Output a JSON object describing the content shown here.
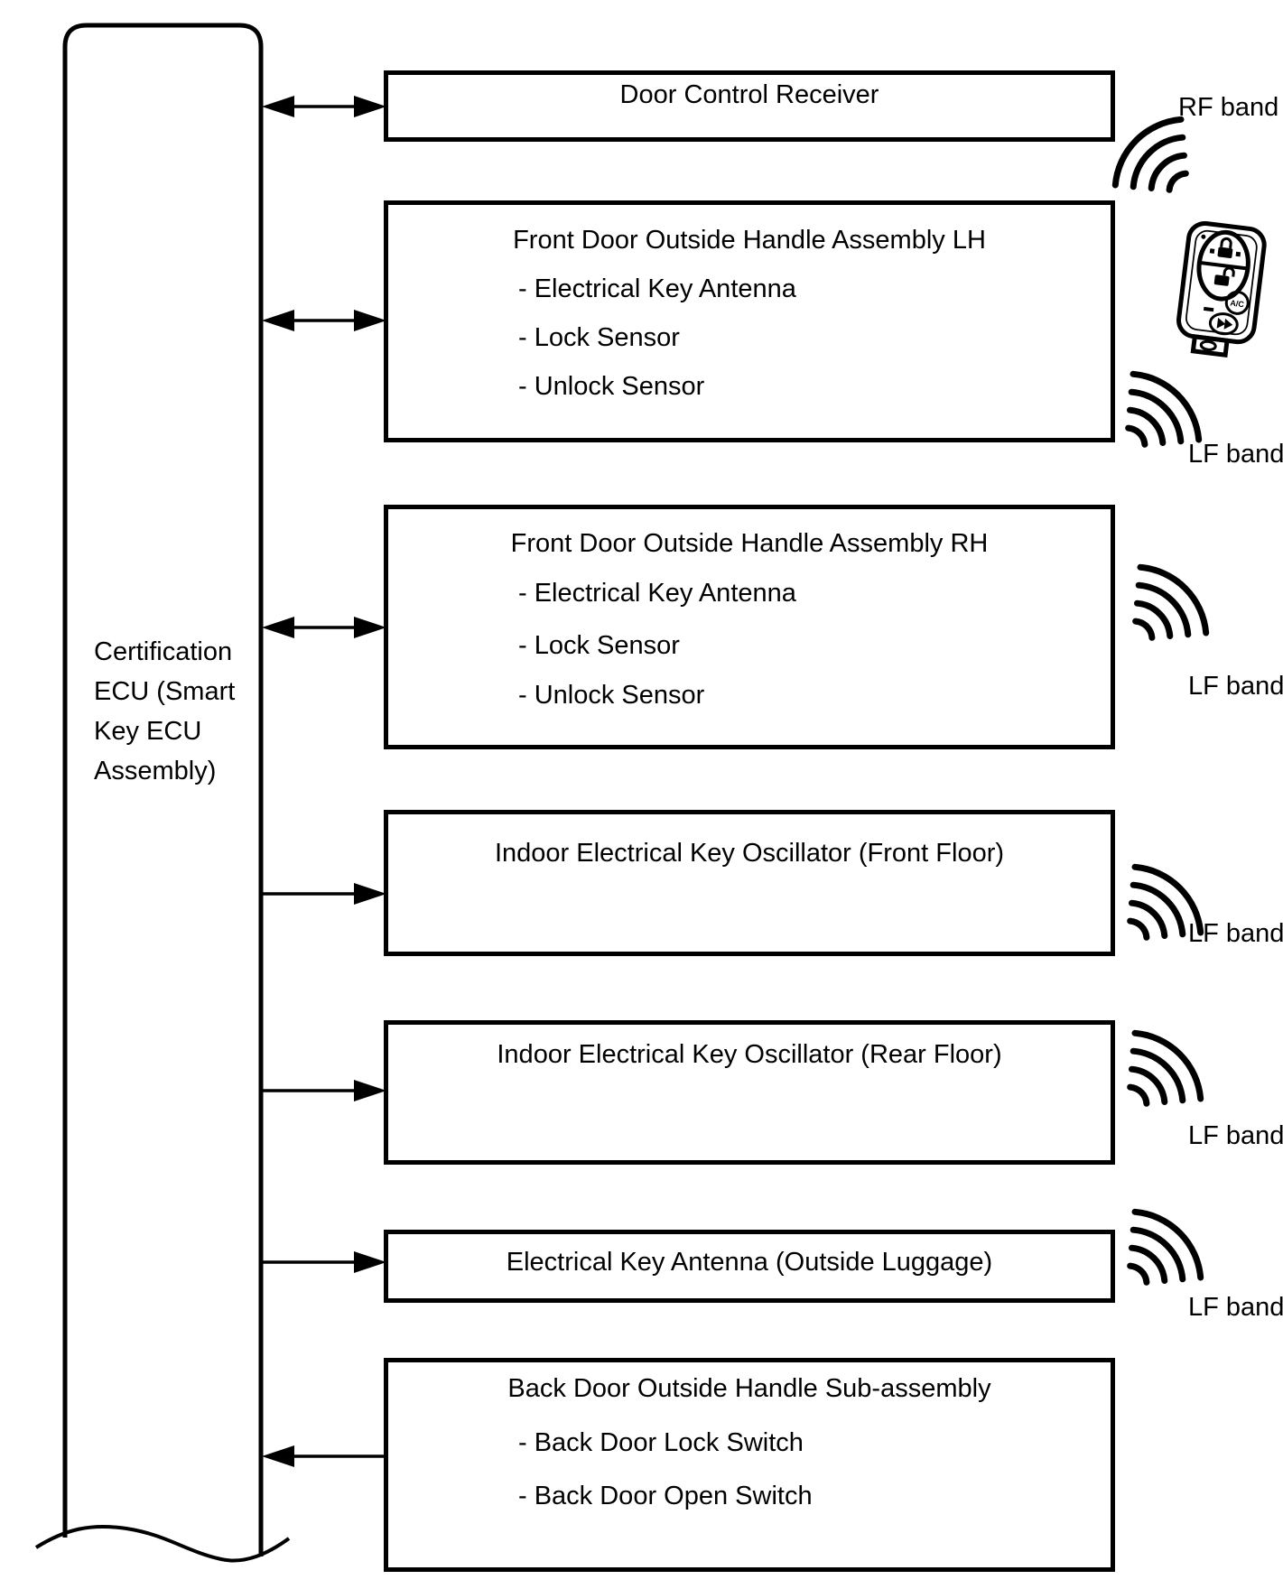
{
  "diagram": {
    "ecu": {
      "label_lines": [
        "Certification",
        "ECU (Smart",
        "Key ECU",
        "Assembly)"
      ]
    },
    "nodes": [
      {
        "title": "Door Control Receiver",
        "items": [],
        "connection": "bidirectional",
        "band": "RF band"
      },
      {
        "title": "Front Door Outside Handle Assembly LH",
        "items": [
          "- Electrical Key Antenna",
          "- Lock Sensor",
          "- Unlock Sensor"
        ],
        "connection": "bidirectional",
        "band": "LF band"
      },
      {
        "title": "Front Door Outside Handle Assembly RH",
        "items": [
          "- Electrical Key Antenna",
          "- Lock Sensor",
          "- Unlock Sensor"
        ],
        "connection": "bidirectional",
        "band": "LF band"
      },
      {
        "title": "Indoor Electrical Key Oscillator (Front Floor)",
        "items": [],
        "connection": "ecu-to-node",
        "band": "LF band"
      },
      {
        "title": "Indoor Electrical Key Oscillator (Rear Floor)",
        "items": [],
        "connection": "ecu-to-node",
        "band": "LF band"
      },
      {
        "title": "Electrical Key Antenna (Outside Luggage)",
        "items": [],
        "connection": "ecu-to-node",
        "band": "LF band"
      },
      {
        "title": "Back Door Outside Handle Sub-assembly",
        "items": [
          "- Back Door Lock Switch",
          "- Back Door Open Switch"
        ],
        "connection": "node-to-ecu",
        "band": null
      }
    ],
    "band_labels": {
      "rf": "RF band",
      "lf": "LF band"
    },
    "key_fob": {
      "ac_button_label": "A/C"
    },
    "colors": {
      "line": "#000000",
      "background": "#ffffff"
    }
  }
}
